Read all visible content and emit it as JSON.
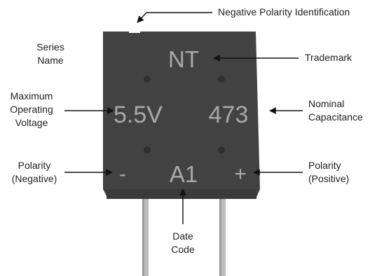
{
  "component": {
    "marking_top": "NT",
    "marking_voltage": "5.5V",
    "marking_capacitance": "473",
    "marking_negative": "-",
    "marking_date": "A1",
    "marking_positive": "+"
  },
  "callouts": {
    "negative_polarity_identification": "Negative Polarity Identification",
    "series_name": "Series\nName",
    "trademark": "Trademark",
    "maximum_operating_voltage": "Maximum\nOperating\nVoltage",
    "nominal_capacitance": "Nominal\nCapacitance",
    "polarity_negative": "Polarity\n(Negative)",
    "polarity_positive": "Polarity\n(Positive)",
    "date_code": "Date\nCode"
  },
  "colors": {
    "body": "#424242",
    "body_shade": "#3a3a3a",
    "marking": "#a8a8a8",
    "lead": "#b9b9b9",
    "arrow": "#111111"
  }
}
